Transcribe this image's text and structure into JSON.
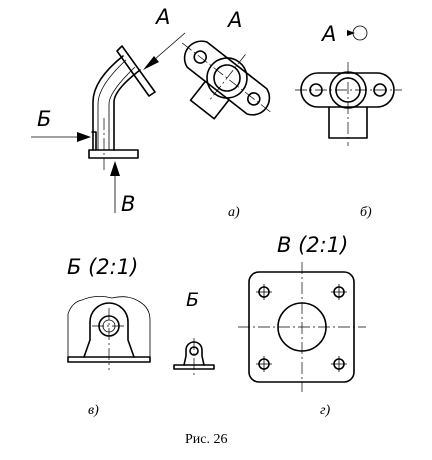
{
  "arrows": {
    "a_label": "A",
    "b_label": "Б",
    "v_label": "В"
  },
  "view_a": {
    "label": "A",
    "caption": "а)"
  },
  "view_b": {
    "label": "A",
    "caption": "б)"
  },
  "view_v": {
    "label": "Б (2:1)",
    "small_label": "Б",
    "caption": "в)"
  },
  "view_g": {
    "label": "В (2:1)",
    "caption": "г)"
  },
  "figure_caption": "Рис. 26",
  "icons": {
    "rotation": "rotation-circle-icon"
  }
}
